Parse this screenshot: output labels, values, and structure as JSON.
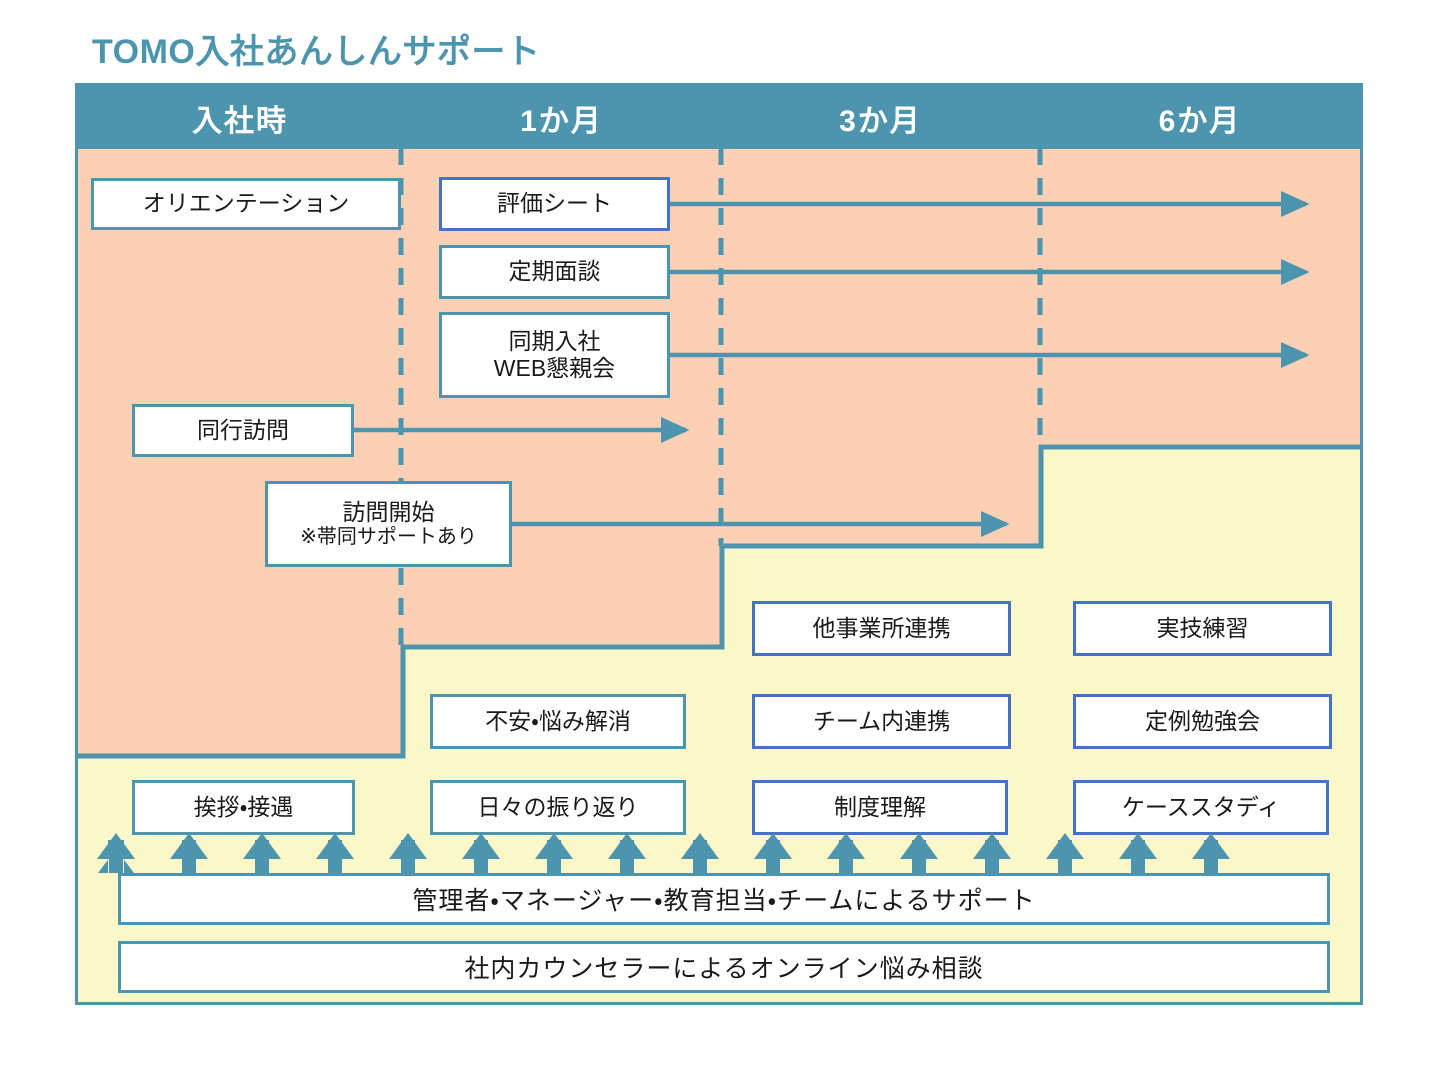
{
  "title": "TOMO入社あんしんサポート",
  "colors": {
    "accent_teal": "#4d95ae",
    "accent_blue": "#4472c4",
    "region_early": "#fbd0b4",
    "region_late": "#fcf7c8",
    "header_bg": "#4d95ae",
    "box_bg": "#ffffff",
    "text": "#1a1a1a"
  },
  "timeline": {
    "phases": [
      {
        "label": "入社時"
      },
      {
        "label": "1か月"
      },
      {
        "label": "3か月"
      },
      {
        "label": "6か月"
      }
    ]
  },
  "boxes": {
    "orientation": {
      "label": "オリエンテーション",
      "border": "teal"
    },
    "eval_sheet": {
      "label": "評価シート",
      "border": "blue"
    },
    "regular_interview": {
      "label": "定期面談",
      "border": "teal"
    },
    "web_party_line1": "同期入社",
    "web_party_line2": "WEB懇親会",
    "accompany_visit": {
      "label": "同行訪問",
      "border": "teal"
    },
    "visit_start_line1": "訪問開始",
    "visit_start_line2": "※帯同サポートあり",
    "other_office": {
      "label": "他事業所連携",
      "border": "blue"
    },
    "practical_training": {
      "label": "実技練習",
      "border": "blue"
    },
    "anxiety_relief": {
      "label": "不安・悩み解消",
      "border": "teal"
    },
    "team_cooperation": {
      "label": "チーム内連携",
      "border": "blue"
    },
    "regular_study": {
      "label": "定例勉強会",
      "border": "blue"
    },
    "greeting_hospitality": {
      "label": "挨拶・接遇",
      "border": "teal"
    },
    "daily_reflection": {
      "label": "日々の振り返り",
      "border": "teal"
    },
    "system_understanding": {
      "label": "制度理解",
      "border": "blue"
    },
    "case_study": {
      "label": "ケーススタディ",
      "border": "blue"
    }
  },
  "support_bars": [
    {
      "label": "管理者・マネージャー・教育担当・チームによるサポート"
    },
    {
      "label": "社内カウンセラーによるオンライン悩み相談"
    }
  ],
  "arrow_count": 16,
  "icons": {
    "flow_arrow": "flow-arrow-icon",
    "up_arrow": "up-arrow-icon",
    "phase-divider": "dashed-divider-icon"
  }
}
